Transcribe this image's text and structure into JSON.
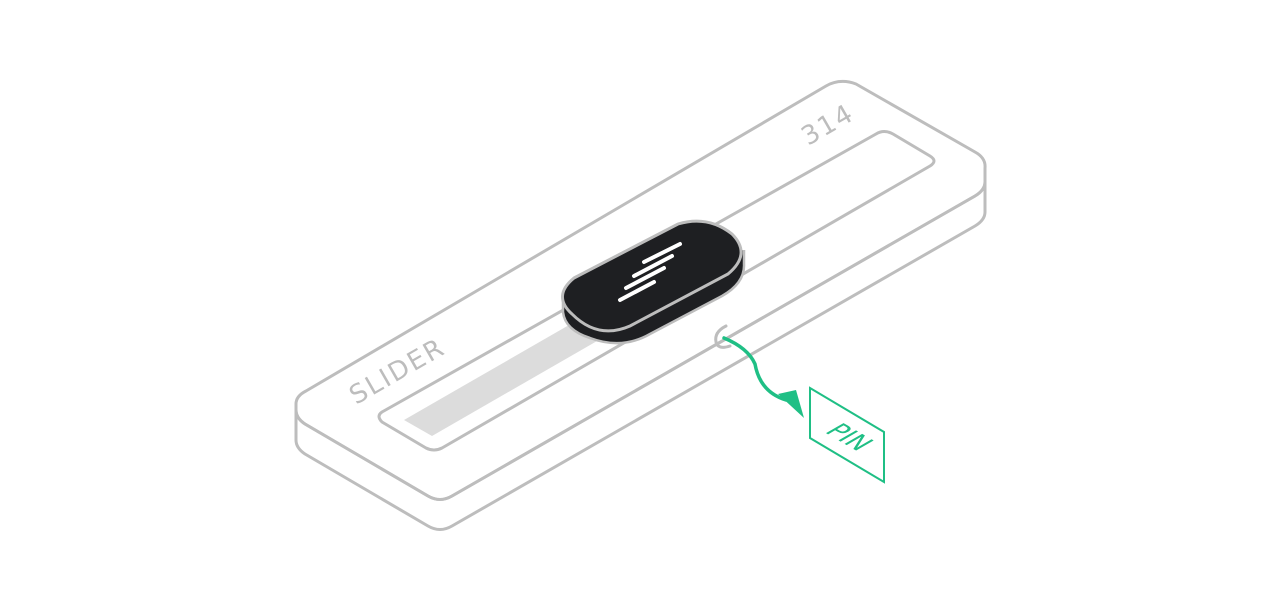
{
  "device": {
    "label": "SLIDER",
    "part_number": "314"
  },
  "pin": {
    "label": "PIN"
  },
  "colors": {
    "outline": "#bdbdbd",
    "track_fill": "#dcdcdc",
    "knob_fill": "#1e1f22",
    "knob_grip": "#ffffff",
    "accent": "#1fbf85"
  },
  "icons": {
    "knob": "slider-knob-icon",
    "pin_hole": "pin-hole-icon",
    "wire_arrow": "arrow-icon"
  }
}
